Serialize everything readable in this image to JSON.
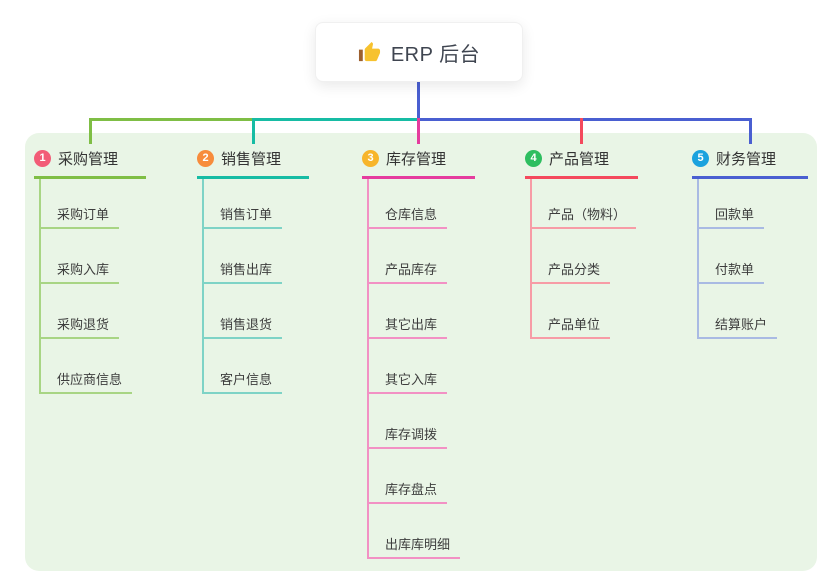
{
  "root": {
    "label": "ERP 后台",
    "icon": "thumbs-up-icon"
  },
  "connector_color": "#4A5FD1",
  "panel_color": "#E9F5E6",
  "branches": [
    {
      "badge": "1",
      "badge_color": "#F25C77",
      "label": "采购管理",
      "line_color": "#7FBE45",
      "child_line_color": "#A8D584",
      "children": [
        "采购订单",
        "采购入库",
        "采购退货",
        "供应商信息"
      ]
    },
    {
      "badge": "2",
      "badge_color": "#F78C3C",
      "label": "销售管理",
      "line_color": "#17BCA4",
      "child_line_color": "#7ED3C6",
      "children": [
        "销售订单",
        "销售出库",
        "销售退货",
        "客户信息"
      ]
    },
    {
      "badge": "3",
      "badge_color": "#F7B52B",
      "label": "库存管理",
      "line_color": "#E53C9E",
      "child_line_color": "#F291C4",
      "children": [
        "仓库信息",
        "产品库存",
        "其它出库",
        "其它入库",
        "库存调拨",
        "库存盘点",
        "出库库明细"
      ]
    },
    {
      "badge": "4",
      "badge_color": "#2EBE60",
      "label": "产品管理",
      "line_color": "#F4495D",
      "child_line_color": "#F79CA6",
      "children": [
        "产品（物料）",
        "产品分类",
        "产品单位"
      ]
    },
    {
      "badge": "5",
      "badge_color": "#1BA2DE",
      "label": "财务管理",
      "line_color": "#4A5FD1",
      "child_line_color": "#A9BAE3",
      "children": [
        "回款单",
        "付款单",
        "结算账户"
      ]
    }
  ]
}
